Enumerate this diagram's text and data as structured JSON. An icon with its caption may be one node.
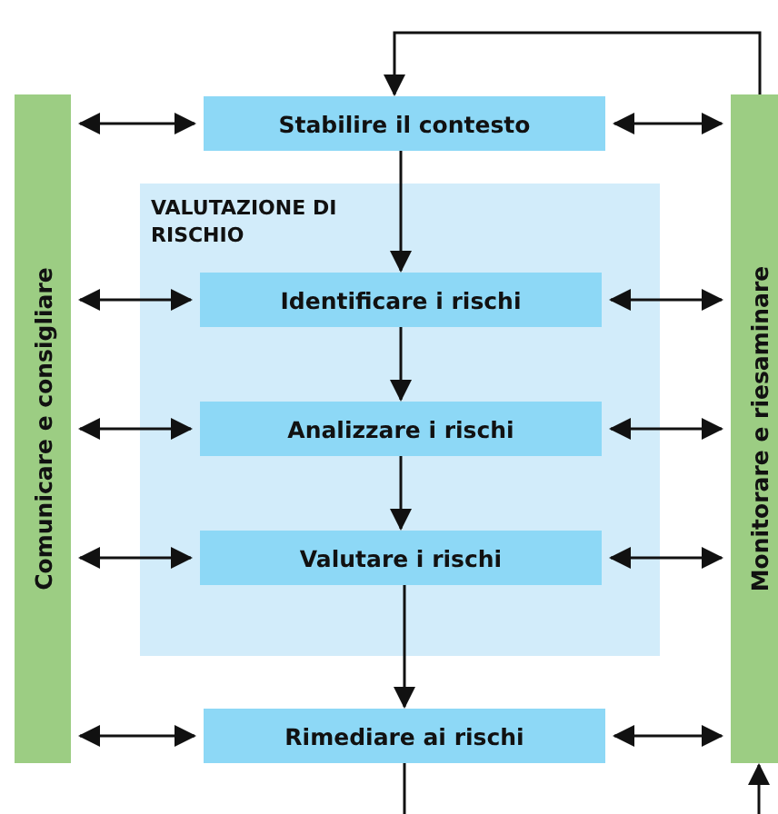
{
  "diagram": {
    "nodes": [
      {
        "text": [
          "Comunicare e consigliare"
        ]
      },
      {
        "text": [
          "Stabilire il contesto"
        ]
      },
      {
        "text": [
          "VALUTAZIONE DI RISCHIO"
        ]
      },
      {
        "text": [
          "Identificare i rischi"
        ],
        "in": 2
      },
      {
        "text": [
          "Analizzare i rischi"
        ],
        "in": 2
      },
      {
        "text": [
          "Valutare i rischi"
        ],
        "in": 2
      },
      {
        "text": [
          "Rimediare ai rischi"
        ]
      },
      {
        "text": [
          "Monitorare e riesaminare"
        ]
      }
    ],
    "edges": [
      {
        "from": 0,
        "to": 1,
        "arrow": "both"
      },
      {
        "from": 1,
        "to": 7,
        "arrow": "both"
      },
      {
        "from": 0,
        "to": 3,
        "arrow": "both"
      },
      {
        "from": 3,
        "to": 7,
        "arrow": "both"
      },
      {
        "from": 0,
        "to": 4,
        "arrow": "both"
      },
      {
        "from": 4,
        "to": 7,
        "arrow": "both"
      },
      {
        "from": 0,
        "to": 5,
        "arrow": "both"
      },
      {
        "from": 5,
        "to": 7,
        "arrow": "both"
      },
      {
        "from": 0,
        "to": 6,
        "arrow": "both"
      },
      {
        "from": 6,
        "to": 7,
        "arrow": "both"
      },
      {
        "from": 1,
        "to": 3,
        "arrow": "to"
      },
      {
        "from": 3,
        "to": 4,
        "arrow": "to"
      },
      {
        "from": 4,
        "to": 5,
        "arrow": "to"
      },
      {
        "from": 5,
        "to": 6,
        "arrow": "to"
      },
      {
        "from": 7,
        "to": 1,
        "arrow": "to"
      },
      {
        "from": 6,
        "to": null,
        "arrow": "none"
      },
      {
        "from": null,
        "to": 7,
        "arrow": "to"
      }
    ]
  }
}
